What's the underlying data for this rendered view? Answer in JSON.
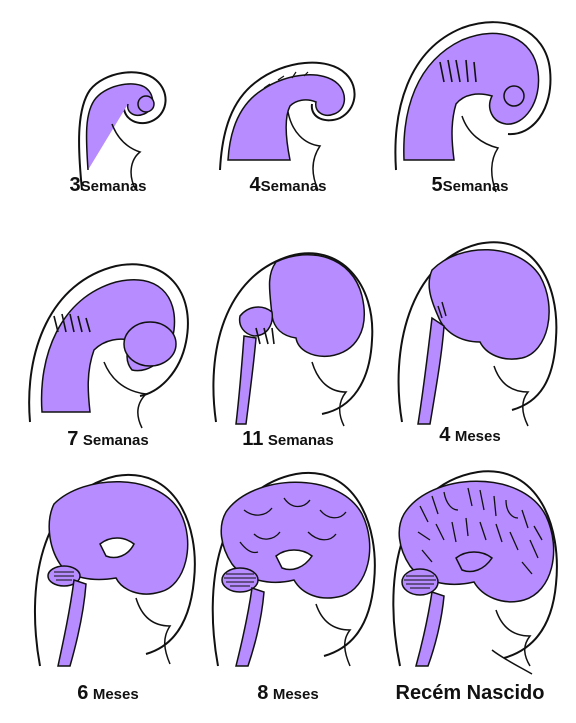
{
  "colors": {
    "brain": "#b78cff",
    "outline": "#111111",
    "background": "#ffffff"
  },
  "stages": [
    {
      "number": "3",
      "unit": "Semanas"
    },
    {
      "number": "4",
      "unit": "Semanas"
    },
    {
      "number": "5",
      "unit": "Semanas"
    },
    {
      "number": "7",
      "unit": "Semanas"
    },
    {
      "number": "11",
      "unit": "Semanas"
    },
    {
      "number": "4",
      "unit": "Meses"
    },
    {
      "number": "6",
      "unit": "Meses"
    },
    {
      "number": "8",
      "unit": "Meses"
    },
    {
      "number": "",
      "unit": "Recém Nascido"
    }
  ]
}
